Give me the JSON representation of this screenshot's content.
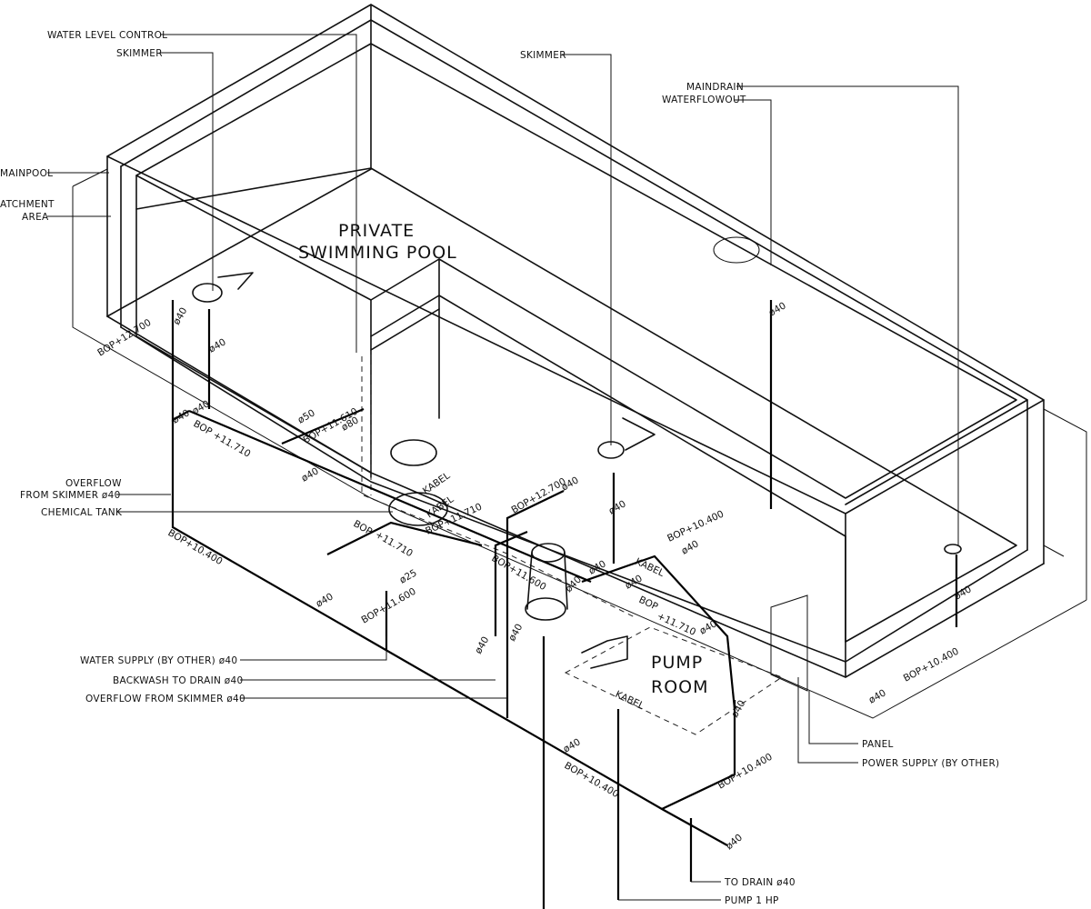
{
  "title": {
    "line1": "PRIVATE",
    "line2": "SWIMMING POOL"
  },
  "room": {
    "line1": "PUMP",
    "line2": "ROOM"
  },
  "callouts_left": {
    "water_level_control": "WATER LEVEL CONTROL",
    "skimmer": "SKIMMER",
    "mainpool": "MAINPOOL",
    "catchment_line1": "ATCHMENT",
    "catchment_line2": "AREA",
    "overflow_line1": "OVERFLOW",
    "overflow_line2": "FROM SKIMMER ø40",
    "chemical_tank": "CHEMICAL TANK",
    "water_supply": "WATER SUPPLY (BY OTHER) ø40",
    "backwash": "BACKWASH TO DRAIN ø40",
    "overflow_skimmer": "OVERFLOW FROM SKIMMER ø40"
  },
  "callouts_top": {
    "skimmer": "SKIMMER",
    "maindrain": "MAINDRAIN",
    "waterflowout": "WATERFLOWOUT"
  },
  "callouts_right": {
    "panel": "PANEL",
    "power_supply": "POWER SUPPLY (BY OTHER)",
    "to_drain": "TO DRAIN ø40",
    "pump": "PUMP 1 HP"
  },
  "dimensions": {
    "bop_12700_a": "BOP+12.700",
    "bop_12700_b": "BOP+12.700",
    "bop_11710_a": "BOP +11.710",
    "bop_11710_b": "BOP+11.710",
    "bop_11710_c": "+11.710",
    "bop_11710_d": "BOP",
    "bop_11710_e": "+11.710",
    "bop_11610": "BOP+11.610",
    "bop_11600": "BOP+11.600",
    "bop_11600_b": "BOP+11.600",
    "bop_10400_a": "BOP+10.400",
    "bop_10400_b": "BOP+10.400",
    "bop_10400_c": "BOP+10.400",
    "bop_10400_d": "BOP+10.400",
    "bop_10400_e": "BOP+10.400",
    "bop_pump": "BOP",
    "bop_11710_f": "BOP"
  },
  "pipe_sizes": {
    "d40": "ø40",
    "d50": "ø50",
    "d80": "ø80",
    "d25": "ø25"
  },
  "cables": {
    "kabel": "KABEL"
  }
}
